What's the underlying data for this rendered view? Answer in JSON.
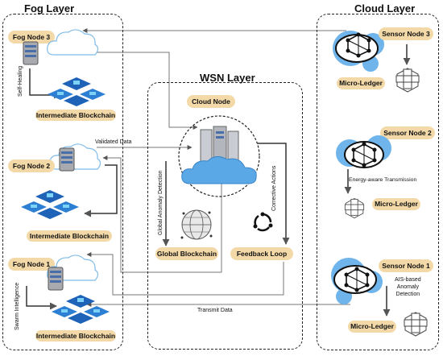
{
  "layers": {
    "fog": "Fog Layer",
    "wsn": "WSN Layer",
    "cloud": "Cloud Layer"
  },
  "fog_nodes": [
    {
      "name": "Fog Node 3",
      "process": "Self-Healing",
      "chain": "Intermediate Blockchain"
    },
    {
      "name": "Fog Node 2",
      "process": "",
      "chain": "Intermediate  Blockchain"
    },
    {
      "name": "Fog Node 1",
      "process": "Swarm Intelligence",
      "chain": "Intermediate Blockchain"
    }
  ],
  "wsn": {
    "cloud_node": "Cloud Node",
    "global_blockchain": "Global Blockchain",
    "feedback_loop": "Feedback  Loop",
    "global_anomaly_detection": "Global Anomaly Detection",
    "corrective_actions": "Corrective Actions"
  },
  "sensor_nodes": [
    {
      "name": "Sensor Node 3",
      "ledger": "Micro-Ledger",
      "process": ""
    },
    {
      "name": "Sensor Node 2",
      "ledger": "Micro-Ledger",
      "process": "Energy-aware Transmission"
    },
    {
      "name": "Sensor Node 1",
      "ledger": "Micro-Ledger",
      "process": "AIS-based\nAnomaly\nDetection"
    }
  ],
  "flows": {
    "validated_data": "Validated Data",
    "transmit_data": "Transmit Data"
  },
  "colors": {
    "pill": "#f3d9a8",
    "cloud": "#5aa8e6",
    "gear": "#6fb4ea",
    "chip": "#1e63b8",
    "dashed_border": "#222222"
  },
  "icons": [
    "cloud-icon",
    "server-icon",
    "chip-cluster-icon",
    "gear-icon",
    "network-graph-icon",
    "block-cube-icon",
    "globe-icon",
    "cycle-icon"
  ]
}
